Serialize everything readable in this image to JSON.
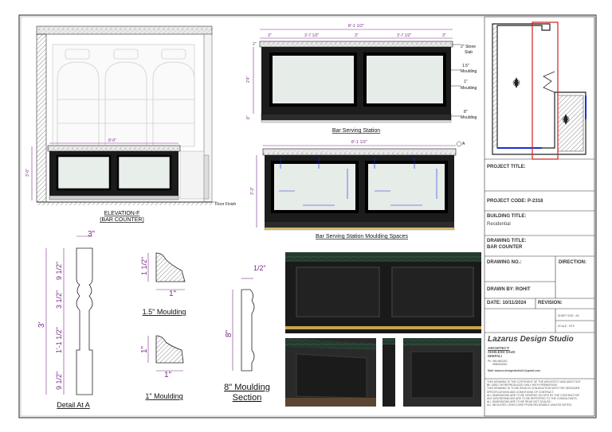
{
  "elevation": {
    "title": "ELEVATION-F",
    "subtitle": "(BAR COUNTER)",
    "height_dim": "3'-0\"",
    "width_dim": "8'-0\"",
    "floor_label": "Floor Finish"
  },
  "serving_station": {
    "title": "Bar Serving Station",
    "overall_dim": "8'-1 1/2\"",
    "seg_dims": [
      "3\"",
      "3'-7 1/2\"",
      "3\"",
      "3'-7 1/2\"",
      "3\""
    ],
    "side_dims": [
      "2\"",
      "2'4\"",
      "8\""
    ],
    "notes": [
      "2\" Stone",
      "Slab",
      "1.5\"",
      "Moulding",
      "1\"",
      "Moulding",
      "8\"",
      "Moulding"
    ]
  },
  "moulding_spaces": {
    "title": "Bar Serving Station Moulding Spaces",
    "overall_dim": "8'-1 1/2\"",
    "height_dim": "3'-3\""
  },
  "detail_a": {
    "title": "Detail At A",
    "top_dim": "3\"",
    "overall": "3'",
    "segs": [
      "9 1/2\"",
      "3 1/2\"",
      "1'-1 1/2\"",
      "9 1/2\""
    ]
  },
  "moulding_15": {
    "title": "1.5\" Moulding",
    "h": "1 1/2\"",
    "w": "1\""
  },
  "moulding_1": {
    "title": "1\" Moulding",
    "h": "1\"",
    "w": "1\""
  },
  "moulding_8": {
    "title1": "8\" Moulding",
    "title2": "Section",
    "h": "8\"",
    "w": "1/2\""
  },
  "title_block": {
    "project_title": "PROJECT TITLE:",
    "project_code": "PROJECT CODE: P-2318",
    "building_title": "BUILDING TITLE:",
    "building_value": "Residential",
    "drawing_title": "DRAWING TITLE:",
    "drawing_value": "BAR COUNTER",
    "drawing_no": "DRAWING NO.:",
    "direction": "DIRECTION:",
    "drawn_by": "DRAWN BY: ROHIT",
    "date": "DATE: 10/11/2024",
    "revision": "REVISION:",
    "sheet_size": "SHEET SIZE : A3",
    "scale": "SCALE : NTS",
    "studio": "Lazarus Design Studio",
    "architect_label": "ARCHITECT:",
    "architect_name": "AKHILESH SAUD",
    "city": "DEEPALI",
    "phone1": "Ph: 9814561301",
    "phone2": "9980205301",
    "mail": "Mail: lazarus.designstudio01@gmail.com",
    "notes": [
      "THIS DRAWING IS THE COPYRIGHT OF THE ARCHITECT AND MUST NOT",
      "BE USED OR REPRODUCED ONLY WITH PERMISSION.",
      "THIS DRAWING IS TO BE READ IN CONJUNCTION WITH THE DESIGNER",
      "SPECIFICATIONS AND CONDITIONS OF CONTRACT.",
      "ALL DIMENSIONS ARE TO BE VERIFIED ON SITE BY THE CONTRACTOR",
      "ANY DISCREPANCIES ARE TO BE REPORTED TO THE CONSULTANTS.",
      "ALL DIMENSIONS ARE TO BE READ NOT SCALED.",
      "ALL INDICATED LEVELS ARE FROM RELIEVABLE UNLESS NOTED."
    ]
  },
  "colors": {
    "ink": "#111111",
    "accent": "#d11f1f",
    "blue": "#1a2fd6",
    "dim": "#7a2a8a",
    "hatch": "#999999"
  }
}
